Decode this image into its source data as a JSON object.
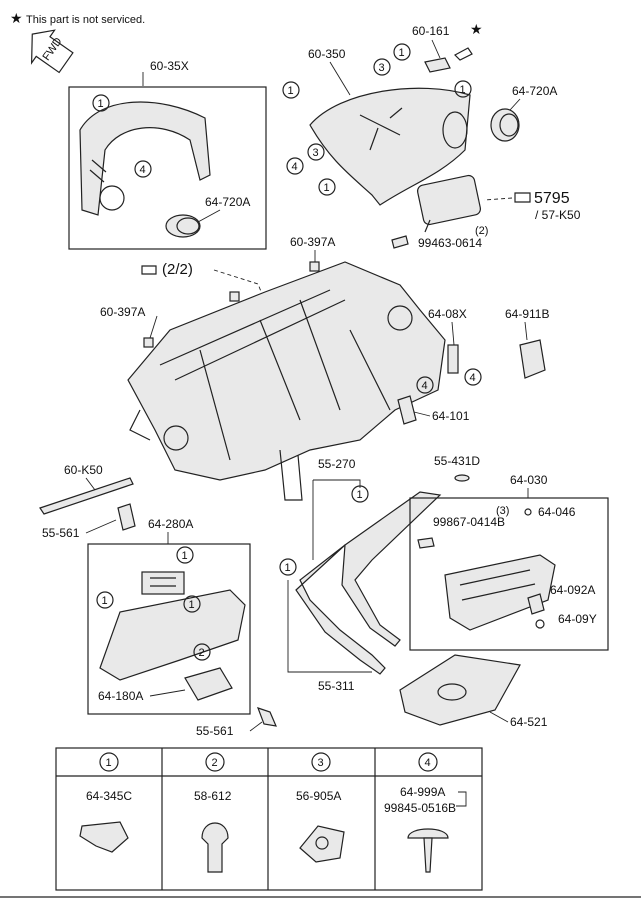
{
  "header": {
    "note": "This part is not serviced.",
    "star": "★",
    "fwd": "FWD"
  },
  "groups": {
    "cover_group": "60-35X",
    "lower_cover_group": "64-280A",
    "glove_group": "64-030",
    "trim_group": "55-270",
    "trim_lower": "55-311"
  },
  "parts": {
    "p_60_161": "60-161",
    "p_60_350": "60-350",
    "p_64_720A_a": "64-720A",
    "p_64_720A_b": "64-720A",
    "p_5795": "5795",
    "p_57K50": "/ 57-K50",
    "p_qty2a": "(2)",
    "p_99463": "99463-0614",
    "p_60_397A_a": "60-397A",
    "p_60_397A_b": "60-397A",
    "p_ref22": "(2/2)",
    "p_64_08X": "64-08X",
    "p_64_911B": "64-911B",
    "p_64_101": "64-101",
    "p_55_431D": "55-431D",
    "p_60_K50": "60-K50",
    "p_55_561_a": "55-561",
    "p_55_561_b": "55-561",
    "p_qty3": "(3)",
    "p_64_046": "64-046",
    "p_99867": "99867-0414B",
    "p_64_092A": "64-092A",
    "p_64_09Y": "64-09Y",
    "p_64_180A": "64-180A",
    "p_64_521": "64-521"
  },
  "markers": [
    "1",
    "2",
    "3",
    "4"
  ],
  "legend": [
    {
      "marker": "1",
      "part": "64-345C"
    },
    {
      "marker": "2",
      "part": "58-612"
    },
    {
      "marker": "3",
      "part": "56-905A"
    },
    {
      "marker": "4",
      "part": "64-999A",
      "part2": "99845-0516B"
    }
  ]
}
